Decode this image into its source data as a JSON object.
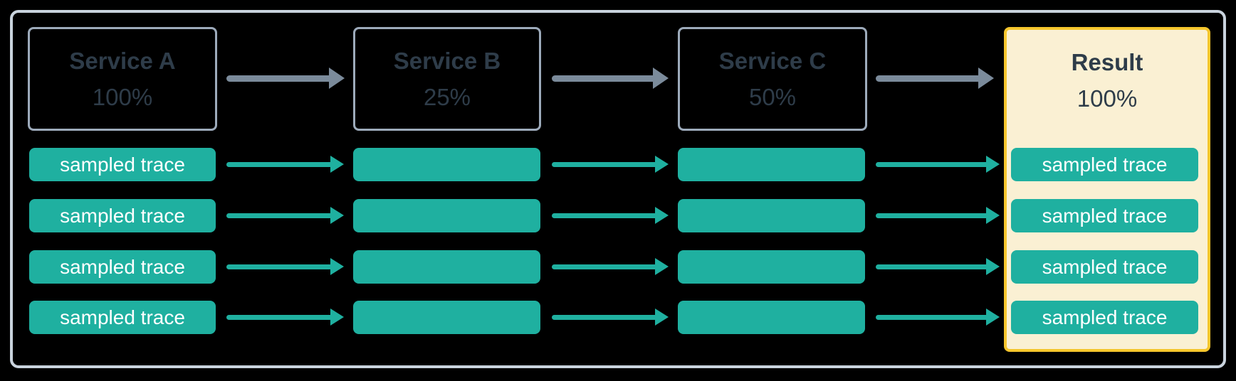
{
  "columns": [
    {
      "label": "Service A",
      "percent": "100%"
    },
    {
      "label": "Service B",
      "percent": "25%"
    },
    {
      "label": "Service C",
      "percent": "50%"
    },
    {
      "label": "Result",
      "percent": "100%"
    }
  ],
  "trace": {
    "label": "sampled trace",
    "rows_per_column": 4
  },
  "colors": {
    "bg": "#000000",
    "frame-border": "#c9d3dd",
    "service-border": "#9dabbb",
    "dark-text": "#2e3c49",
    "teal": "#1fb0a0",
    "gray-arrow": "#7b8b9b",
    "result-bg": "#faf0d3",
    "result-border": "#f6c62d",
    "trace-text": "#ffffff"
  }
}
